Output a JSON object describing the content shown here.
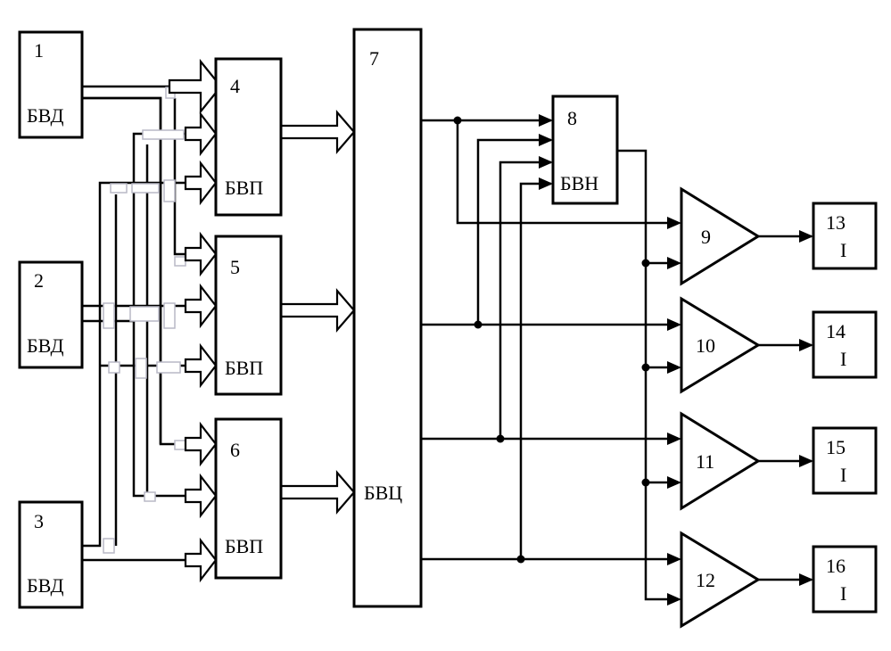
{
  "blocks": [
    {
      "num": "1",
      "code": "БВД"
    },
    {
      "num": "2",
      "code": "БВД"
    },
    {
      "num": "3",
      "code": "БВД"
    },
    {
      "num": "4",
      "code": "БВП"
    },
    {
      "num": "5",
      "code": "БВП"
    },
    {
      "num": "6",
      "code": "БВП"
    },
    {
      "num": "7",
      "code": "БВЦ"
    },
    {
      "num": "8",
      "code": "БВН"
    },
    {
      "num": "9"
    },
    {
      "num": "10"
    },
    {
      "num": "11"
    },
    {
      "num": "12"
    },
    {
      "num": "13",
      "code": "I"
    },
    {
      "num": "14",
      "code": "I"
    },
    {
      "num": "15",
      "code": "I"
    },
    {
      "num": "16",
      "code": "I"
    }
  ]
}
